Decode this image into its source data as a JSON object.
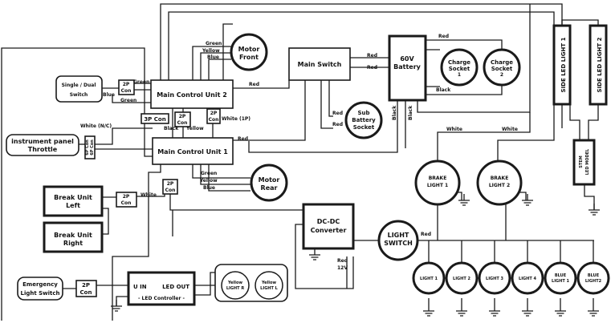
{
  "components": {
    "main_control_unit_2": "Main Control Unit 2",
    "main_control_unit_1": "Main Control Unit 1",
    "main_switch": "Main Switch",
    "battery_line1": "60V",
    "battery_line2": "Battery",
    "charge_socket_1": [
      "Charge",
      "Socket",
      "1"
    ],
    "charge_socket_2": [
      "Charge",
      "Socket",
      "2"
    ],
    "sub_battery_socket": [
      "Sub",
      "Battery",
      "Socket"
    ],
    "motor_front": [
      "Motor",
      "Front"
    ],
    "motor_rear": [
      "Motor",
      "Rear"
    ],
    "single_dual_switch": [
      "Single / Dual",
      "Switch"
    ],
    "instrument_panel_throttle": [
      "instrument panel",
      "Throttle"
    ],
    "break_unit_left": [
      "Break Unit",
      "Left"
    ],
    "break_unit_right": [
      "Break Unit",
      "Right"
    ],
    "dc_dc_converter": [
      "DC-DC",
      "Converter"
    ],
    "light_switch": [
      "LIGHT",
      "SWITCH"
    ],
    "emergency_light_switch": [
      "Emergency",
      "Light Switch"
    ],
    "led_controller_uin": "U IN",
    "led_controller_ledout": "LED OUT",
    "led_controller_name": "- LED Controller -",
    "yellow_light_r": [
      "Yellow",
      "LIGHT R"
    ],
    "yellow_light_l": [
      "Yellow",
      "LIGHT L"
    ],
    "brake_light_1": [
      "BRAKE",
      "LIGHT 1"
    ],
    "brake_light_2": [
      "BRAKE",
      "LIGHT 2"
    ],
    "side_led_light_1": "SIDE LED LIGHT 1",
    "side_led_light_2": "SIDE LED LIGHT 2",
    "stem_led_model": [
      "STEM",
      "LED MODEL"
    ],
    "lights": [
      "LIGHT 1",
      "LIGHT 2",
      "LIGHT 3",
      "LIGHT 4"
    ],
    "blue_lights": [
      [
        "BLUE",
        "LIGHT 1"
      ],
      [
        "BLUE",
        "LIGHT2"
      ]
    ]
  },
  "connectors": {
    "con_2p": [
      "2P",
      "Con"
    ],
    "con_3p": "3P Con",
    "con_6p": [
      "6P Con",
      "6P Con"
    ]
  },
  "wire_labels": {
    "green": "Green",
    "yellow": "Yellow",
    "blue": "Blue",
    "red": "Red",
    "black": "Black",
    "white": "White",
    "white_nc": "White (N/C)",
    "white_1p": "White (1P)",
    "red_12v": [
      "Red",
      "12V"
    ]
  }
}
